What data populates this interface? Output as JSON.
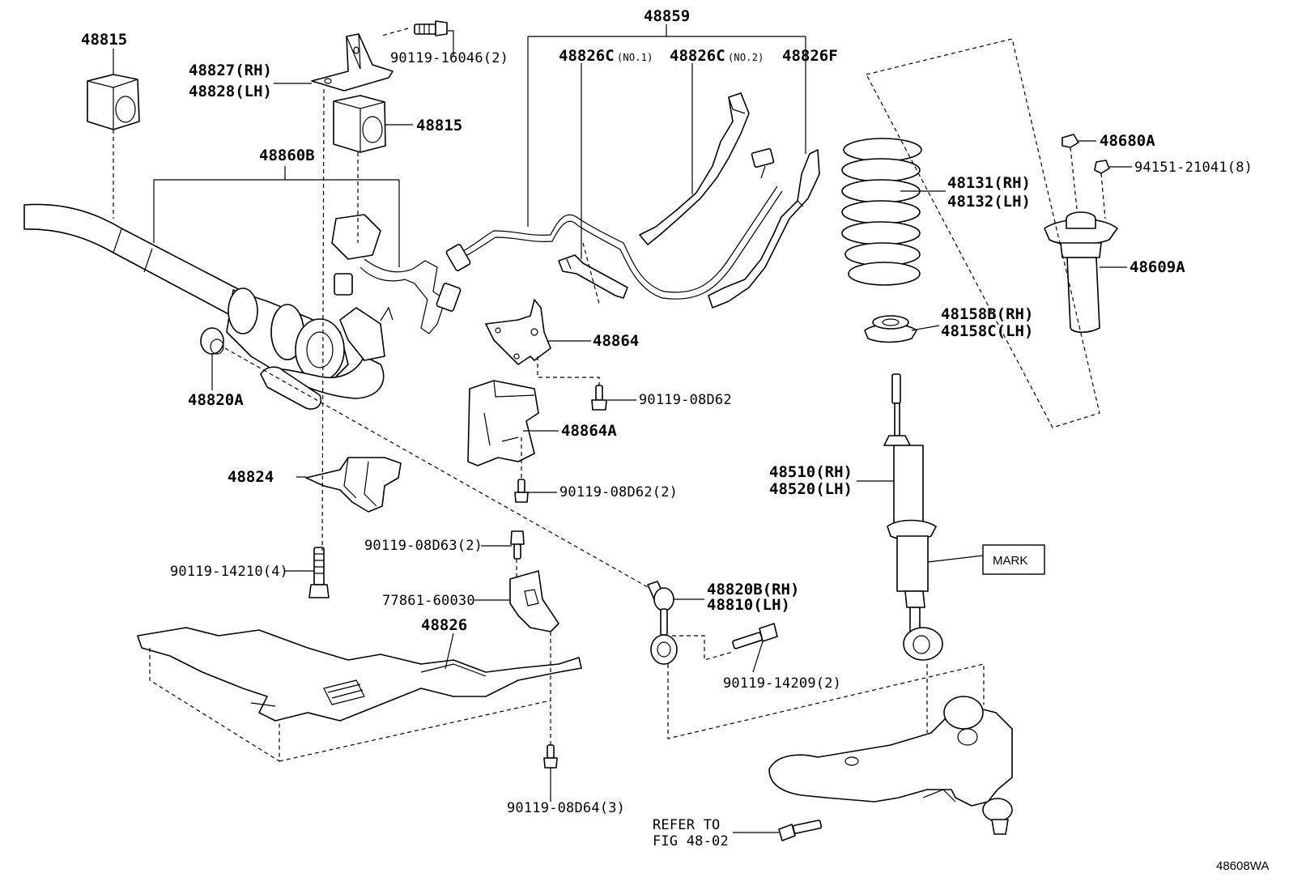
{
  "labels": {
    "p48815_a": "48815",
    "p48815_b": "48815",
    "p48827": "48827(RH)",
    "p48828": "48828(LH)",
    "p90119_16046": "90119-16046(2)",
    "p48859": "48859",
    "p48826C_no1": "48826C",
    "p48826C_no1_sub": "(NO.1)",
    "p48826C_no2": "48826C",
    "p48826C_no2_sub": "(NO.2)",
    "p48826F": "48826F",
    "p48860B": "48860B",
    "p48820A": "48820A",
    "p48864": "48864",
    "p90119_08D62": "90119-08D62",
    "p48864A": "48864A",
    "p90119_08D62_2": "90119-08D62(2)",
    "p48824": "48824",
    "p90119_08D63": "90119-08D63(2)",
    "p90119_14210": "90119-14210(4)",
    "p77861": "77861-60030",
    "p48826": "48826",
    "p90119_08D64": "90119-08D64(3)",
    "p48820B": "48820B(RH)",
    "p48810": "48810(LH)",
    "p90119_14209": "90119-14209(2)",
    "p48131": "48131(RH)",
    "p48132": "48132(LH)",
    "p48158B": "48158B(RH)",
    "p48158C": "48158C(LH)",
    "p48680A": "48680A",
    "p94151": "94151-21041(8)",
    "p48609A": "48609A",
    "p48510": "48510(RH)",
    "p48520": "48520(LH)",
    "mark": "MARK",
    "refer_to": "REFER TO",
    "fig": "FIG 48-02",
    "diagram_ref": "48608WA"
  }
}
